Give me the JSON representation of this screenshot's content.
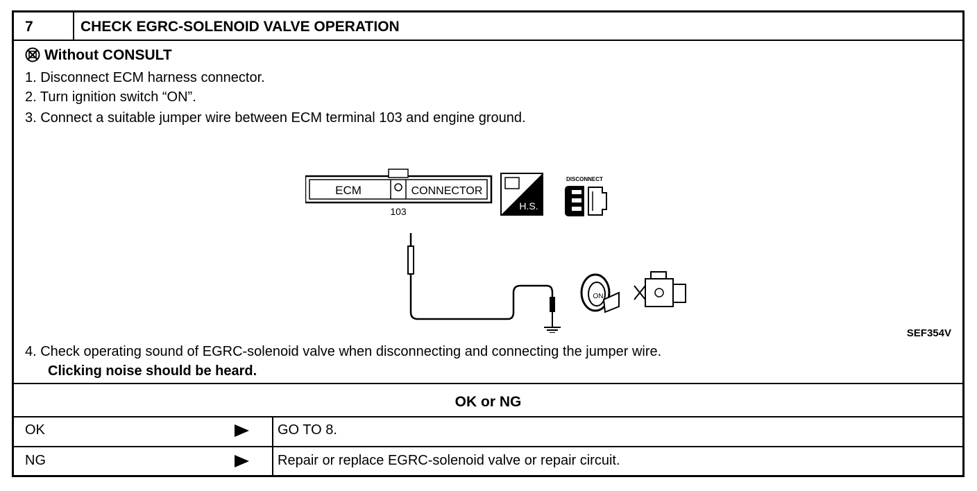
{
  "header": {
    "step_number": "7",
    "title": "CHECK EGRC-SOLENOID VALVE OPERATION"
  },
  "procedure": {
    "mode_label": "Without CONSULT",
    "steps": [
      "1.  Disconnect ECM harness connector.",
      "2.  Turn ignition switch “ON”.",
      "3.  Connect a suitable jumper wire between ECM terminal 103 and engine ground.",
      "4.  Check operating sound of EGRC-solenoid valve when disconnecting and connecting the jumper wire."
    ],
    "expected_result": "Clicking noise should be heard."
  },
  "diagram": {
    "connector_left_label": "ECM",
    "connector_right_label": "CONNECTOR",
    "terminal_label": "103",
    "hs_label": "H.S.",
    "disconnect_label": "DISCONNECT",
    "ignition_label": "ON",
    "figure_code": "SEF354V"
  },
  "results": {
    "heading": "OK or NG",
    "rows": [
      {
        "label": "OK",
        "action": "GO TO 8."
      },
      {
        "label": "NG",
        "action": "Repair or replace EGRC-solenoid valve or repair circuit."
      }
    ]
  }
}
